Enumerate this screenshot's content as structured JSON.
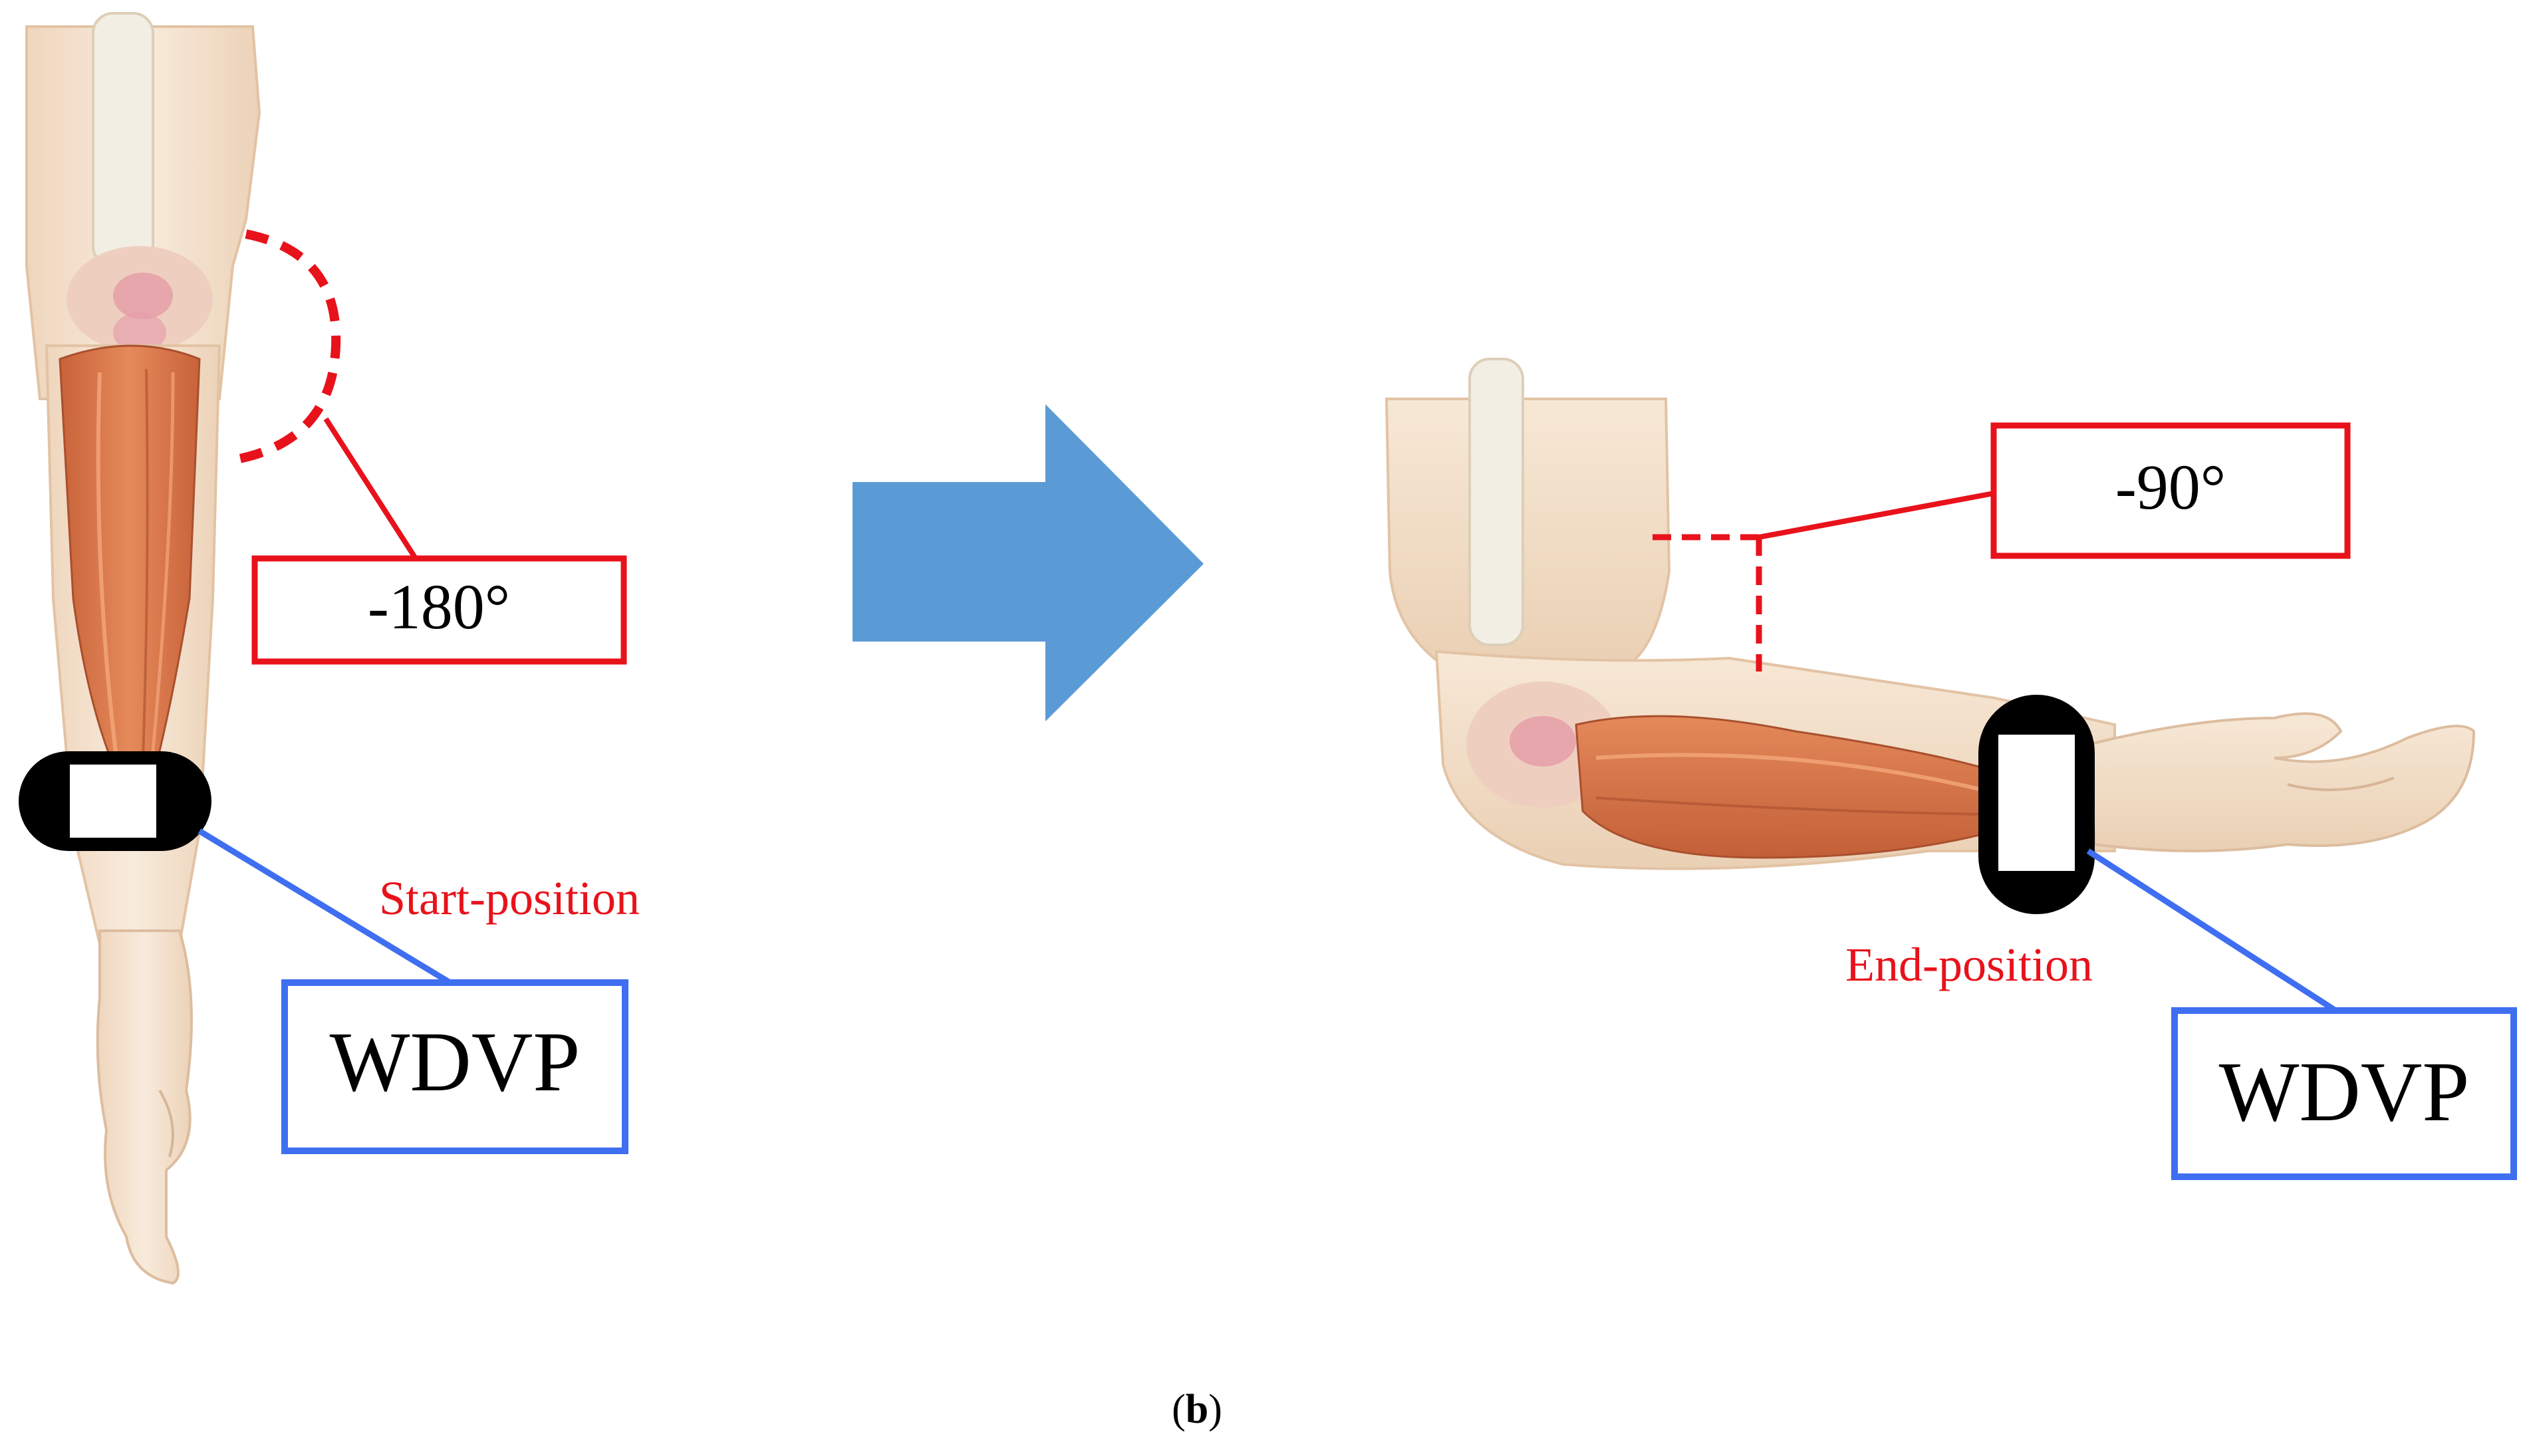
{
  "labels": {
    "start_angle": "-180°",
    "end_angle": "-90°",
    "start_position": "Start-position",
    "end_position": "End-position",
    "device_left": "WDVP",
    "device_right": "WDVP"
  },
  "caption": {
    "open": "(",
    "letter": "b",
    "close": ")"
  },
  "colors": {
    "angle_box": "#e8121b",
    "device_box": "#3f6ff0",
    "arrow": "#5b9bd5",
    "skin": "#f4e3cf",
    "muscle": "#d9784a",
    "band": "#000000"
  },
  "icons": {
    "transition": "right-arrow-icon",
    "wearable": "wrist-band-icon"
  }
}
